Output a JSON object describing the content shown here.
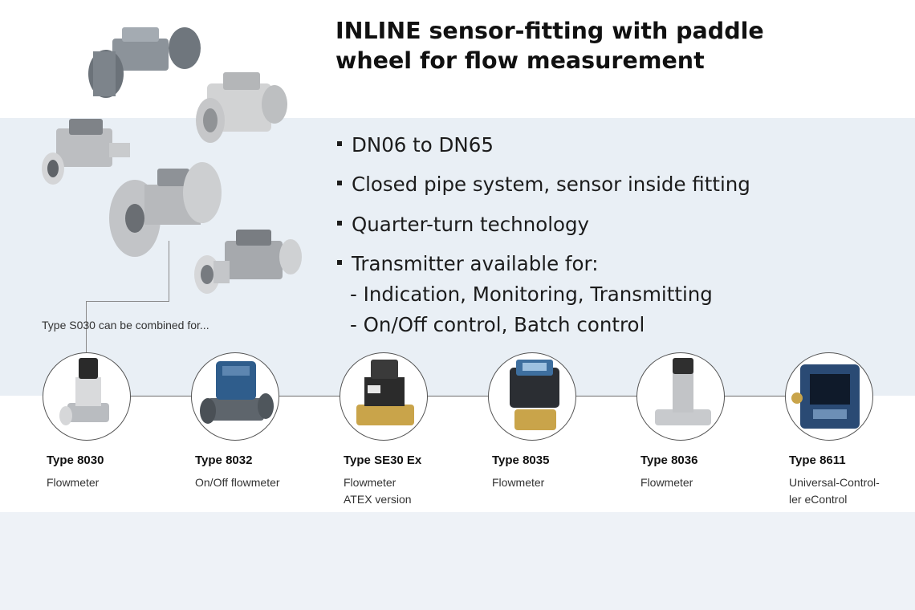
{
  "title": {
    "line1": "INLINE sensor-fitting with paddle",
    "line2": "wheel for flow measurement"
  },
  "bullets": [
    "DN06 to DN65",
    "Closed pipe system, sensor inside fitting",
    "Quarter-turn technology",
    "Transmitter available for:"
  ],
  "sub_bullets": [
    "- Indication, Monitoring, Transmitting",
    "- On/Off control, Batch control"
  ],
  "combined_note": "Type S030 can be combined for...",
  "products": [
    {
      "type": "Type 8030",
      "desc": [
        "Flowmeter"
      ]
    },
    {
      "type": "Type 8032",
      "desc": [
        "On/Off flowmeter"
      ]
    },
    {
      "type": "Type SE30 Ex",
      "desc": [
        "Flowmeter",
        "ATEX version"
      ]
    },
    {
      "type": "Type 8035",
      "desc": [
        "Flowmeter"
      ]
    },
    {
      "type": "Type 8036",
      "desc": [
        "Flowmeter"
      ]
    },
    {
      "type": "Type 8611",
      "desc": [
        "Universal-Control-",
        "ler eControl"
      ]
    }
  ],
  "colors": {
    "band": "#e9eff5",
    "steel": "#c9ccd0",
    "pvc_grey": "#7d848b",
    "blue_housing": "#2e5a88",
    "brass": "#c9a44a"
  }
}
